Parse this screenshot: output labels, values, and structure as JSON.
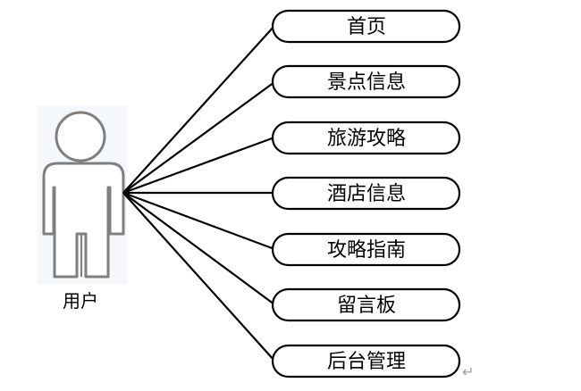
{
  "actor": {
    "label": "用户",
    "icon": "person-icon"
  },
  "use_cases": [
    {
      "label": "首页"
    },
    {
      "label": "景点信息"
    },
    {
      "label": "旅游攻略"
    },
    {
      "label": "酒店信息"
    },
    {
      "label": "攻略指南"
    },
    {
      "label": "留言板"
    },
    {
      "label": "后台管理"
    }
  ],
  "paragraph_mark": "↵",
  "colors": {
    "stroke": "#000000",
    "actor_outline": "#7f7f7f",
    "actor_shadow": "#dfe8f3",
    "mark": "#9a9a9a"
  }
}
